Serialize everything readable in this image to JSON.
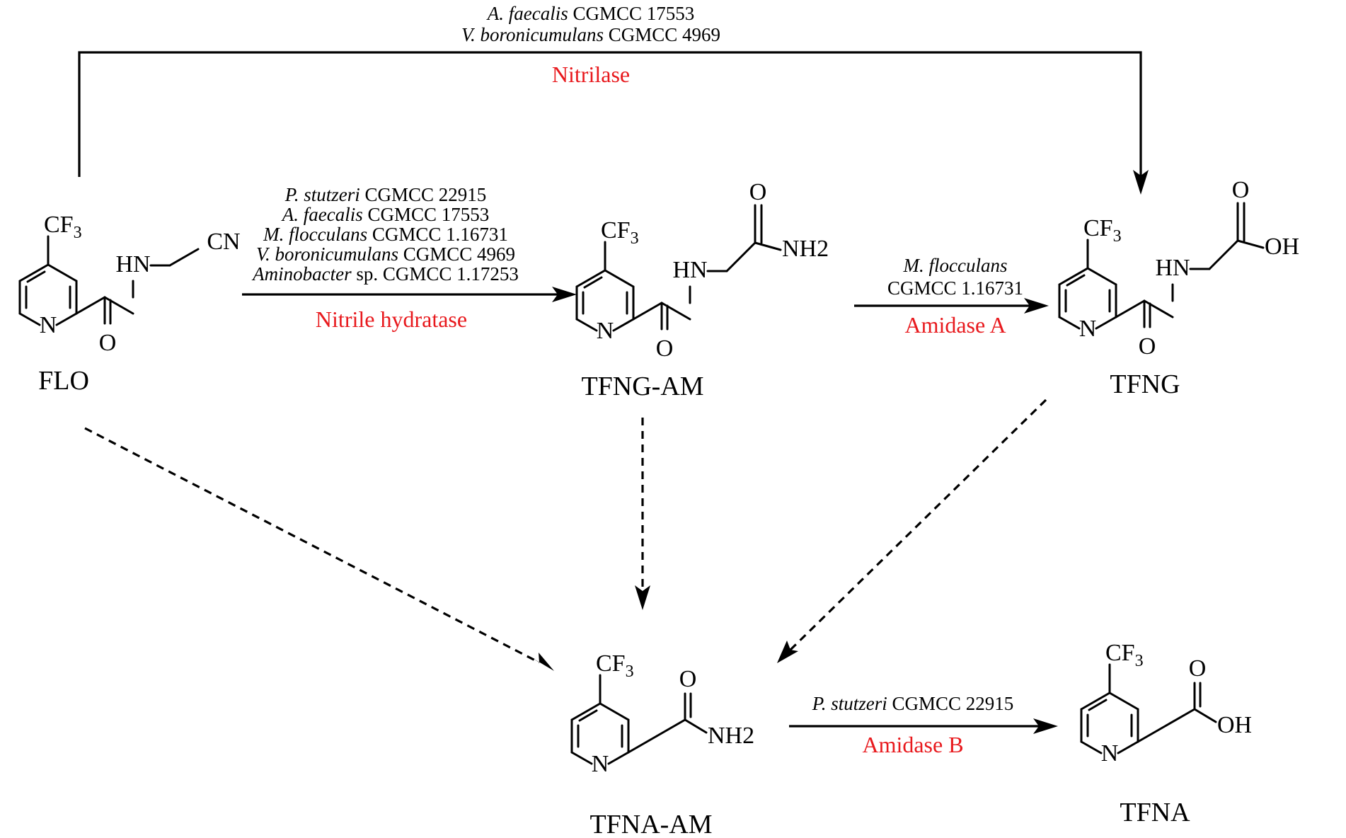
{
  "colors": {
    "enzyme_label": "#e8191d",
    "line": "#000000"
  },
  "compounds": {
    "flo": "FLO",
    "tfng_am": "TFNG-AM",
    "tfng": "TFNG",
    "tfna_am": "TFNA-AM",
    "tfna": "TFNA"
  },
  "atoms": {
    "cf": "CF",
    "three": "3",
    "n": "N",
    "hn": "HN",
    "o": "O",
    "cn": "CN",
    "nh2": "NH2",
    "oh": "OH"
  },
  "nitrilase": {
    "enzyme": "Nitrilase",
    "organisms": [
      {
        "genus": "A. faecalis",
        "strain": "CGMCC 17553"
      },
      {
        "genus": "V. boronicumulans",
        "strain": "CGMCC 4969"
      }
    ]
  },
  "nitrile_hydratase": {
    "enzyme": "Nitrile hydratase",
    "organisms": [
      {
        "genus": "P. stutzeri",
        "strain": "CGMCC 22915"
      },
      {
        "genus": "A. faecalis",
        "strain": "CGMCC 17553"
      },
      {
        "genus": "M. flocculans",
        "strain": "CGMCC 1.16731"
      },
      {
        "genus": "V. boronicumulans",
        "strain": "CGMCC 4969"
      },
      {
        "genus": "Aminobacter",
        "strain": "sp. CGMCC 1.17253"
      }
    ]
  },
  "amidase_a": {
    "enzyme": "Amidase A",
    "organism": {
      "genus": "M. flocculans",
      "strain": "CGMCC 1.16731"
    }
  },
  "amidase_b": {
    "enzyme": "Amidase B",
    "organism": {
      "genus": "P. stutzeri",
      "strain": "CGMCC 22915"
    }
  }
}
